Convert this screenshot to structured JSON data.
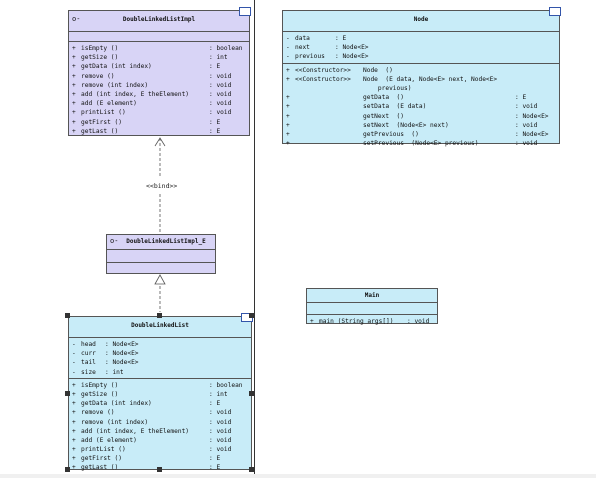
{
  "classes": {
    "impl": {
      "title": "DoubleLinkedListImpl",
      "vis": "o-",
      "methods": [
        {
          "v": "+",
          "name": "isEmpty ()",
          "type": ": boolean"
        },
        {
          "v": "+",
          "name": "getSize ()",
          "type": ": int"
        },
        {
          "v": "+",
          "name": "getData (int index)",
          "type": ": E"
        },
        {
          "v": "+",
          "name": "remove ()",
          "type": ": void"
        },
        {
          "v": "+",
          "name": "remove (int index)",
          "type": ": void"
        },
        {
          "v": "+",
          "name": "add (int index, E theElement)",
          "type": ": void"
        },
        {
          "v": "+",
          "name": "add (E element)",
          "type": ": void"
        },
        {
          "v": "+",
          "name": "printList ()",
          "type": ": void"
        },
        {
          "v": "+",
          "name": "getFirst ()",
          "type": ": E"
        },
        {
          "v": "+",
          "name": "getLast ()",
          "type": ": E"
        }
      ]
    },
    "node": {
      "title": "Node",
      "attrs": [
        {
          "v": "-",
          "name": "data",
          "type": ": E"
        },
        {
          "v": "-",
          "name": "next",
          "type": ": Node<E>"
        },
        {
          "v": "-",
          "name": "previous",
          "type": ": Node<E>"
        }
      ],
      "ops": [
        {
          "v": "+",
          "a": "<<Constructor>>",
          "b": "Node  ()",
          "c": ""
        },
        {
          "v": "+",
          "a": "<<Constructor>>",
          "b": "Node  (E data, Node<E> next, Node<E>",
          "c": ""
        },
        {
          "v": "",
          "a": "",
          "b": "    previous)",
          "c": ""
        },
        {
          "v": "+",
          "a": "",
          "b": "getData  ()",
          "c": ": E"
        },
        {
          "v": "+",
          "a": "",
          "b": "setData  (E data)",
          "c": ": void"
        },
        {
          "v": "+",
          "a": "",
          "b": "getNext  ()",
          "c": ": Node<E>"
        },
        {
          "v": "+",
          "a": "",
          "b": "setNext  (Node<E> next)",
          "c": ": void"
        },
        {
          "v": "+",
          "a": "",
          "b": "getPrevious  ()",
          "c": ": Node<E>"
        },
        {
          "v": "+",
          "a": "",
          "b": "setPrevious  (Node<E> previous)",
          "c": ": void"
        }
      ]
    },
    "implE": {
      "title": "DoubleLinkedListImpl_E",
      "vis": "o-"
    },
    "dll": {
      "title": "DoubleLinkedList",
      "attrs": [
        {
          "v": "-",
          "name": "head",
          "type": ": Node<E>"
        },
        {
          "v": "-",
          "name": "curr",
          "type": ": Node<E>"
        },
        {
          "v": "-",
          "name": "tail",
          "type": ": Node<E>"
        },
        {
          "v": "-",
          "name": "size",
          "type": ": int"
        }
      ],
      "methods": [
        {
          "v": "+",
          "name": "isEmpty ()",
          "type": ": boolean"
        },
        {
          "v": "+",
          "name": "getSize ()",
          "type": ": int"
        },
        {
          "v": "+",
          "name": "getData (int index)",
          "type": ": E"
        },
        {
          "v": "+",
          "name": "remove ()",
          "type": ": void"
        },
        {
          "v": "+",
          "name": "remove (int index)",
          "type": ": void"
        },
        {
          "v": "+",
          "name": "add (int index, E theElement)",
          "type": ": void"
        },
        {
          "v": "+",
          "name": "add (E element)",
          "type": ": void"
        },
        {
          "v": "+",
          "name": "printList ()",
          "type": ": void"
        },
        {
          "v": "+",
          "name": "getFirst ()",
          "type": ": E"
        },
        {
          "v": "+",
          "name": "getLast ()",
          "type": ": E"
        }
      ]
    },
    "main": {
      "title": "Main",
      "ops": [
        {
          "v": "+",
          "name": "main (String args[])",
          "type": ": void"
        }
      ]
    }
  },
  "bind_label": "<<bind>>",
  "colors": {
    "interface": "#d8d4f6",
    "class": "#c8ecf8",
    "border": "#555555"
  }
}
